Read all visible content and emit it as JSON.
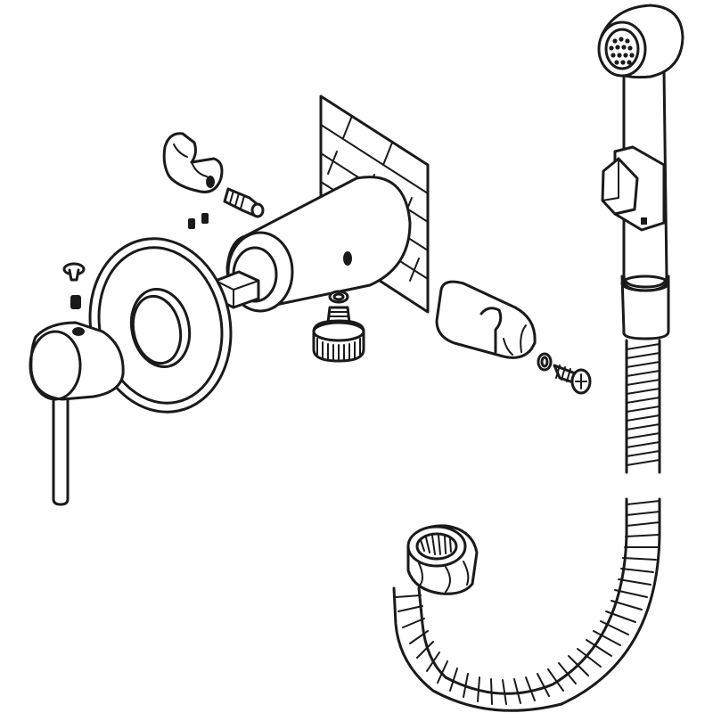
{
  "figure": {
    "kind": "exploded assembly drawing",
    "parts": [
      "wall-plate",
      "valve-body-cylinder",
      "lever-handle",
      "escutcheon-rosette",
      "hand-shower",
      "shower-holder-clip",
      "wall-bracket",
      "flexible-hose",
      "hose-nut",
      "outlet-nipple",
      "mounting-screw",
      "washer",
      "grub-screws",
      "hex-key",
      "cartridge-stem-block"
    ],
    "line_color": "#1a1a1a",
    "background": "#ffffff"
  }
}
